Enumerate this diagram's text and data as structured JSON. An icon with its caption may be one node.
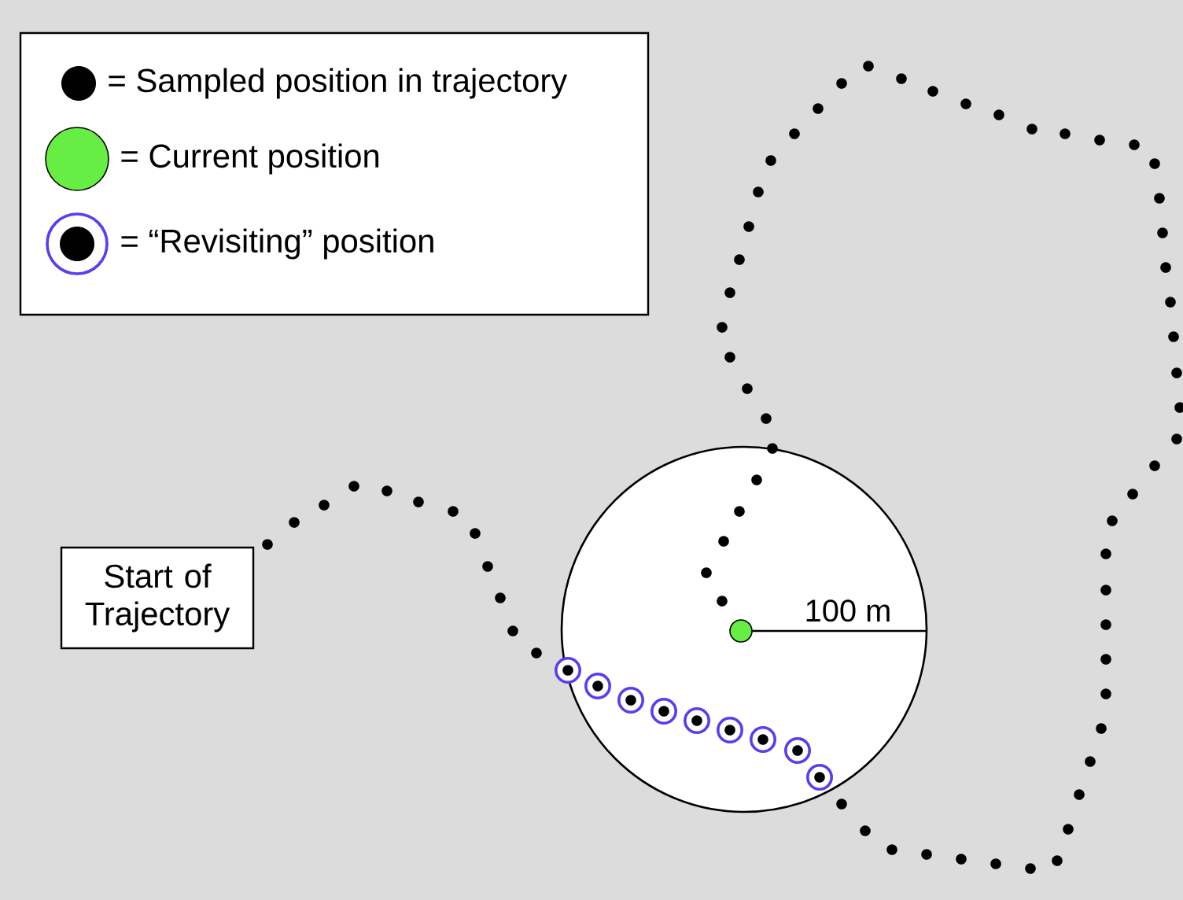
{
  "diagram": {
    "nodes": [
      {
        "text": [
          "Start of Trajectory"
        ]
      },
      {
        "text": [],
        "shape": "circle"
      }
    ],
    "labels": [
      "100 m"
    ],
    "legend": [
      {
        "text": "= Sampled position in trajectory",
        "color": "#000000"
      },
      {
        "text": "= Current position",
        "color": "#66ee44"
      },
      {
        "text": "= “Revisiting” position"
      }
    ]
  }
}
